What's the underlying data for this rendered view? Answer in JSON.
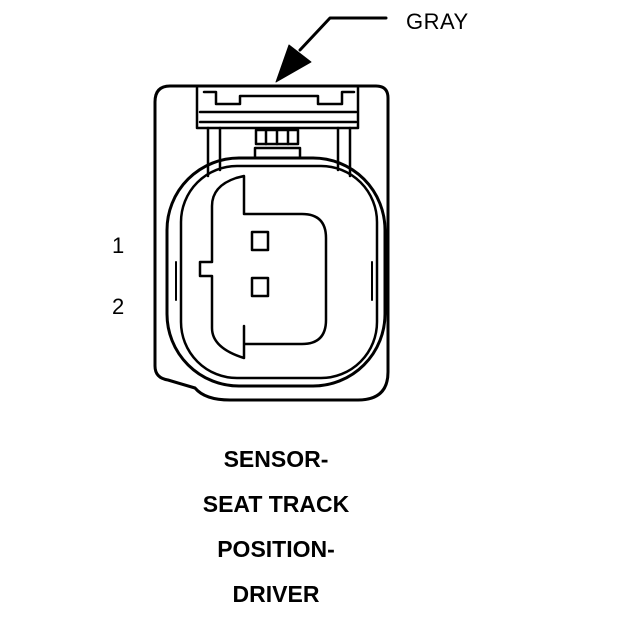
{
  "callout": {
    "label": "GRAY"
  },
  "pins": [
    {
      "label": "1"
    },
    {
      "label": "2"
    }
  ],
  "caption": {
    "lines": [
      "SENSOR-",
      "SEAT TRACK",
      "POSITION-",
      "DRIVER"
    ]
  },
  "colors": {
    "stroke": "#000000",
    "background": "#ffffff"
  }
}
